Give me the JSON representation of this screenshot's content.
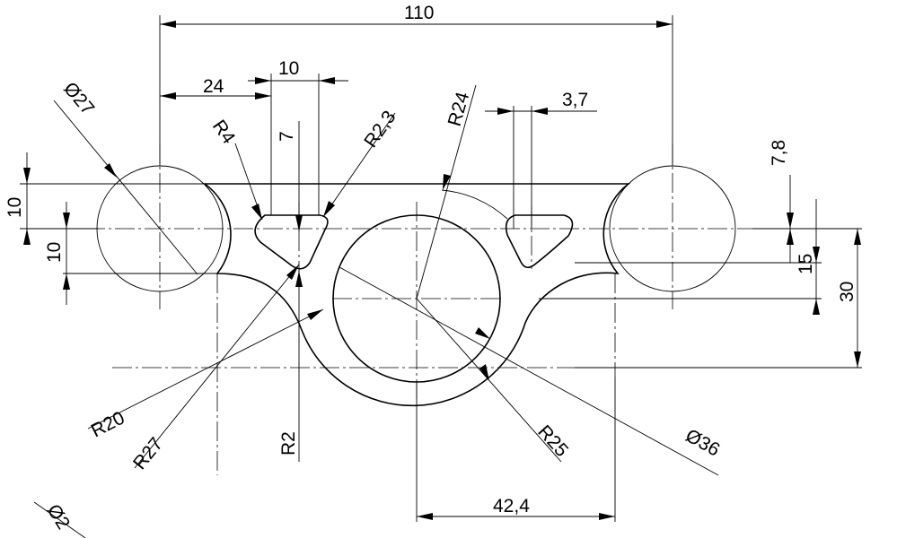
{
  "drawing": {
    "dims": {
      "d110": "110",
      "d24": "24",
      "d10_top": "10",
      "d7": "7",
      "d37": "3,7",
      "d78": "7,8",
      "d10_left_a": "10",
      "d10_left_b": "10",
      "d15": "15",
      "d30": "30",
      "d424": "42,4",
      "r4": "R4",
      "r23": "R2,3",
      "r24": "R24",
      "r20": "R20",
      "r27": "R27",
      "r2": "R2",
      "r25": "R25",
      "dia27": "Ø27",
      "dia36": "Ø36",
      "dia_partial": "Ø2"
    }
  }
}
